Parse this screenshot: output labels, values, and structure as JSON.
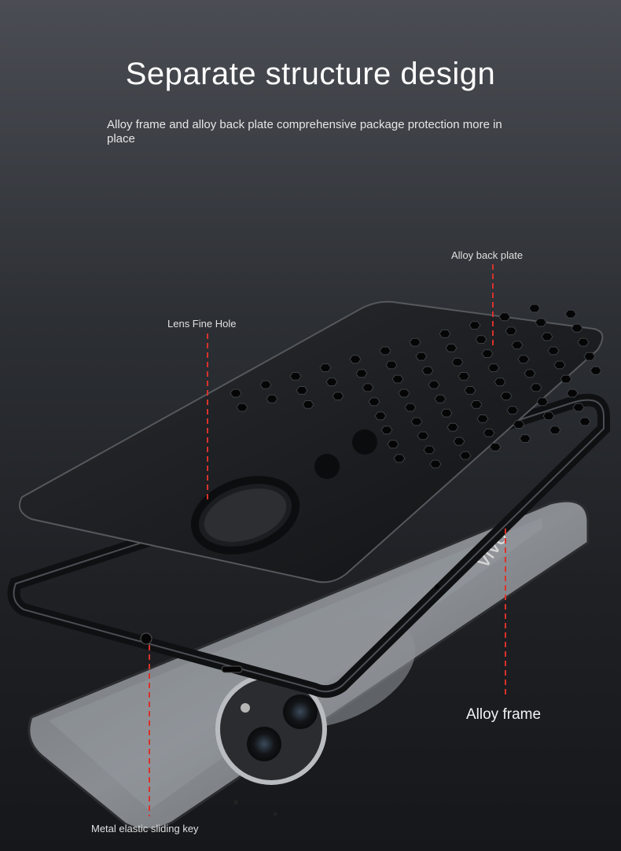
{
  "header": {
    "title": "Separate structure design",
    "subtitle": "Alloy frame and alloy back plate comprehensive package protection more in place"
  },
  "callouts": {
    "back_plate": "Alloy back plate",
    "lens_hole": "Lens Fine Hole",
    "frame": "Alloy frame",
    "sliding_key": "Metal elastic sliding key"
  },
  "phone_brand": "vivo",
  "colors": {
    "callout_line": "#d9322b",
    "background_top": "#4a4d53",
    "background_bottom": "#15171a"
  }
}
